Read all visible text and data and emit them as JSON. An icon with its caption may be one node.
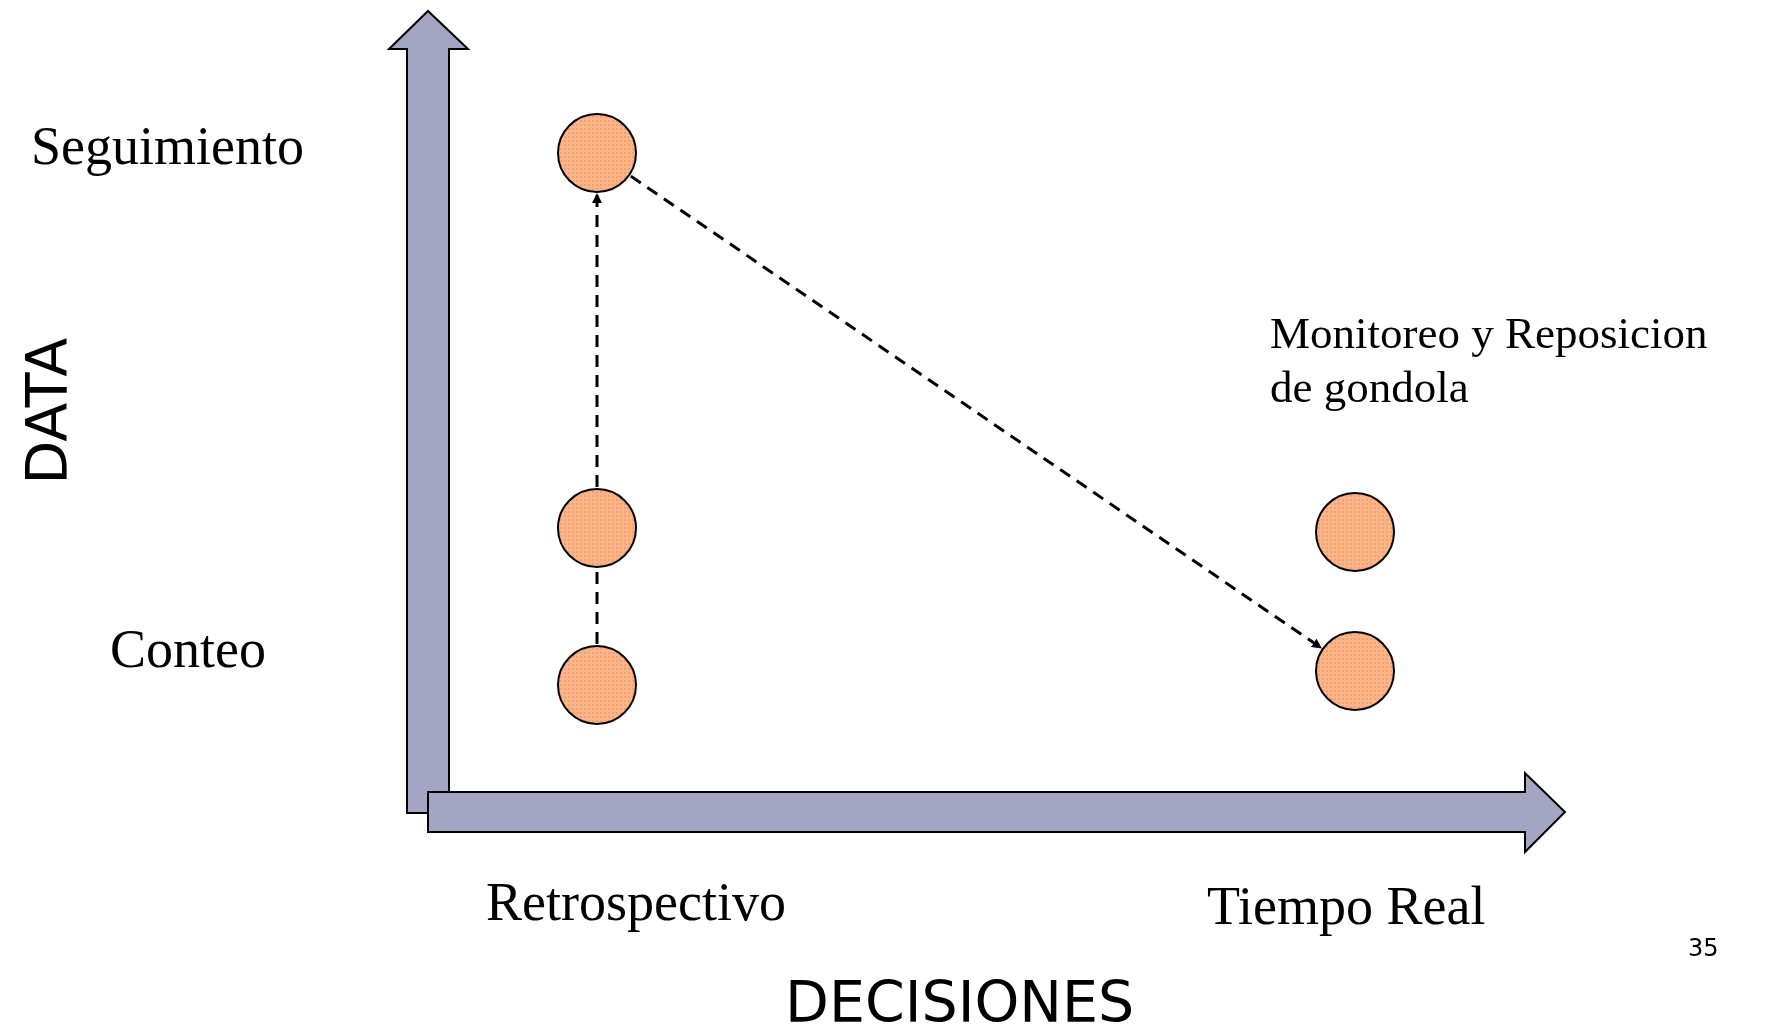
{
  "diagram": {
    "nodes": [
      {
        "text": [],
        "shape": "circle"
      },
      {
        "text": [],
        "shape": "circle"
      },
      {
        "text": [],
        "shape": "circle"
      },
      {
        "text": [],
        "shape": "circle"
      },
      {
        "text": [],
        "shape": "circle"
      }
    ],
    "edges": [
      {
        "from": 2,
        "to": 1,
        "arrow": "none",
        "style": "dashed"
      },
      {
        "from": 1,
        "to": 0,
        "arrow": "to",
        "style": "dashed"
      },
      {
        "from": 0,
        "to": 4,
        "arrow": "to",
        "style": "dashed"
      }
    ],
    "labels": [
      "Seguimiento",
      "DATA",
      "Monitoreo y Reposicion de gondola",
      "Conteo",
      "Retrospectivo",
      "Tiempo Real",
      "35",
      "DECISIONES"
    ]
  }
}
